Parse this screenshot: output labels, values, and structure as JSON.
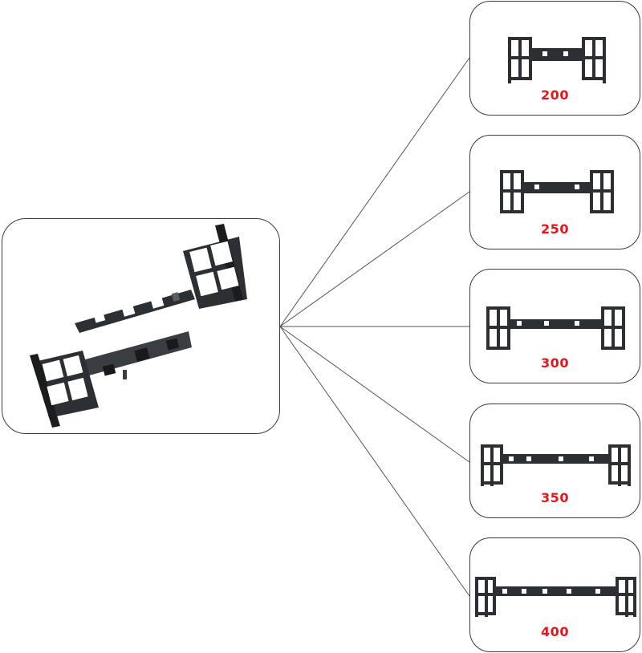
{
  "colors": {
    "part": "#2c2f33",
    "part_edge": "#16181a",
    "label": "#e8141c",
    "border": "#3a3a3a"
  },
  "main_image": {
    "icon": "spacer-bracket-pair-photo"
  },
  "variants": [
    {
      "label": "200"
    },
    {
      "label": "250"
    },
    {
      "label": "300"
    },
    {
      "label": "350"
    },
    {
      "label": "400"
    }
  ]
}
